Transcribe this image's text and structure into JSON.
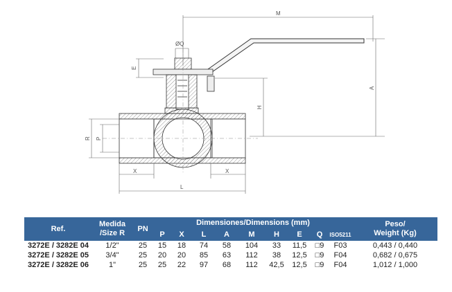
{
  "drawing": {
    "labels": {
      "M": "M",
      "OQ": "ØQ",
      "E": "E",
      "A": "A",
      "H": "H",
      "R": "R",
      "P": "P",
      "X_left": "X",
      "X_right": "X",
      "L": "L"
    }
  },
  "table": {
    "headers": {
      "ref": "Ref.",
      "size": "Medida\n/Size R",
      "size_line1": "Medida",
      "size_line2": "/Size R",
      "pn": "PN",
      "dimensions": "Dimensiones/Dimensions (mm)",
      "p": "P",
      "x": "X",
      "l": "L",
      "a": "A",
      "m": "M",
      "h": "H",
      "e": "E",
      "q": "Q",
      "iso": "ISO5211",
      "weight_line1": "Peso/",
      "weight_line2": "Weight (Kg)"
    },
    "rows": [
      {
        "ref": "3272E / 3282E 04",
        "size": "1/2\"",
        "pn": "25",
        "p": "15",
        "x": "18",
        "l": "74",
        "a": "58",
        "m": "104",
        "h": "33",
        "e": "11,5",
        "q": "□9",
        "iso": "F03",
        "weight": "0,443 / 0,440"
      },
      {
        "ref": "3272E / 3282E 05",
        "size": "3/4\"",
        "pn": "25",
        "p": "20",
        "x": "20",
        "l": "85",
        "a": "63",
        "m": "112",
        "h": "38",
        "e": "12,5",
        "q": "□9",
        "iso": "F04",
        "weight": "0,682 / 0,675"
      },
      {
        "ref": "3272E / 3282E 06",
        "size": "1\"",
        "pn": "25",
        "p": "25",
        "x": "22",
        "l": "97",
        "a": "68",
        "m": "112",
        "h": "42,5",
        "e": "12,5",
        "q": "□9",
        "iso": "F04",
        "weight": "1,012 / 1,000"
      }
    ]
  }
}
